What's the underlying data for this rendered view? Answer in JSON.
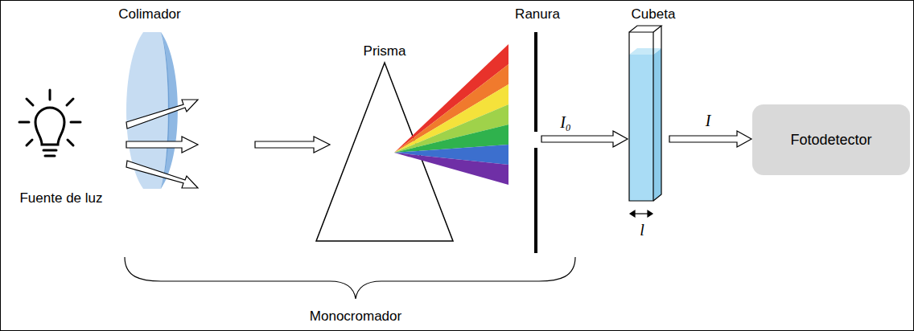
{
  "diagram": {
    "nodes": [
      {
        "text": [
          "Fotodetector"
        ]
      }
    ],
    "labels": [
      "Colimador",
      "Prisma",
      "Ranura",
      "Cubeta",
      "Fuente de luz",
      "I₀",
      "I",
      "l",
      "Monocromador"
    ]
  }
}
